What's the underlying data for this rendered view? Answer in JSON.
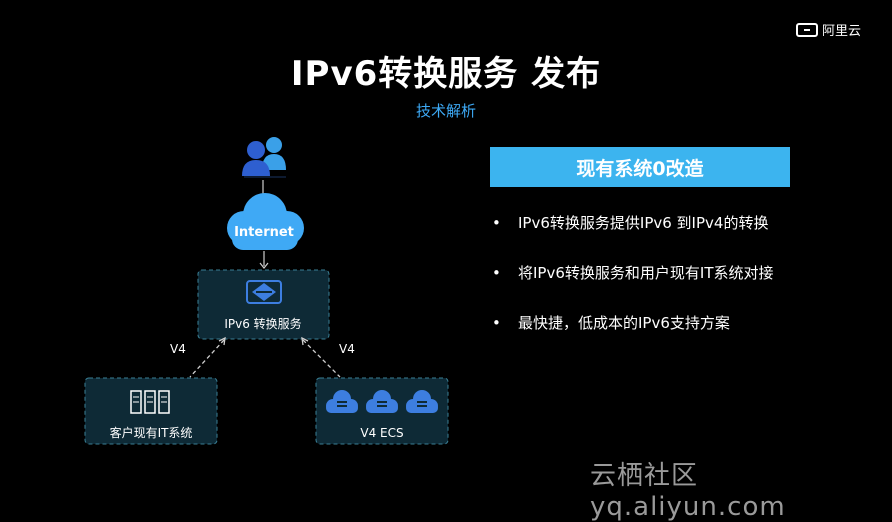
{
  "brand": {
    "name": "阿里云"
  },
  "title": "IPv6转换服务  发布",
  "subtitle": "技术解析",
  "banner": "现有系统0改造",
  "bullets": [
    "IPv6转换服务提供IPv6 到IPv4的转换",
    "将IPv6转换服务和用户现有IT系统对接",
    "最快捷，低成本的IPv6支持方案"
  ],
  "diagram": {
    "internet_label": "Internet",
    "service_label": "IPv6 转换服务",
    "left_link_label": "V4",
    "right_link_label": "V4",
    "left_box_label": "客户现有IT系统",
    "right_box_label": "V4  ECS"
  },
  "watermark": "云栖社区 yq.aliyun.com",
  "colors": {
    "accent": "#3cb4ef",
    "subtitle": "#3da9f5",
    "box_fill": "#0e2a36",
    "box_border": "#3a7f95",
    "cloud": "#3fa9f5",
    "users": "#2e6fd8"
  }
}
